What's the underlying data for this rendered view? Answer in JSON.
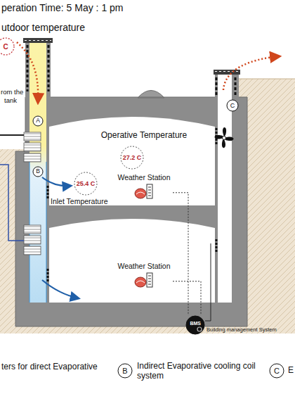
{
  "diagram": {
    "title": "peration Time: 5 May : 1 pm",
    "nodes": [
      {
        "text": [
          "C"
        ]
      },
      {
        "text": [
          "C"
        ]
      },
      {
        "text": [
          "A"
        ]
      },
      {
        "text": [
          "27.2 C"
        ]
      },
      {
        "text": [
          "B"
        ]
      },
      {
        "text": [
          "Weather Station"
        ]
      },
      {
        "text": [
          "25.4 C"
        ]
      },
      {
        "text": [
          "Weather Station"
        ]
      },
      {
        "text": [
          "BMS",
          "Building management System"
        ]
      },
      {
        "text": [
          "B"
        ]
      },
      {
        "text": [
          "C"
        ]
      }
    ],
    "edges": [
      {
        "from": 5,
        "to": 8,
        "arrow": "none"
      },
      {
        "from": 7,
        "to": 8,
        "arrow": "none"
      }
    ],
    "labels": [
      "utdoor temperature",
      "rom the",
      "tank",
      "Operative Temperature",
      "Inlet Temperature",
      "ters for direct Evaporative",
      "Indirect Evaporative cooling coil system",
      "E"
    ]
  }
}
